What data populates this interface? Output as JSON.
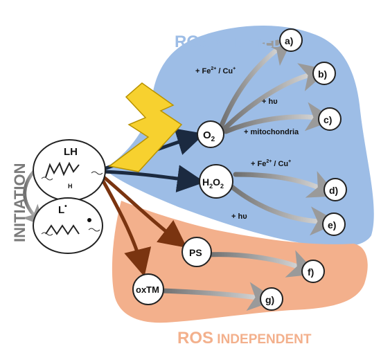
{
  "colors": {
    "ros_mediated_region": "#9dbde6",
    "ros_independent_region": "#f3b08c",
    "mediated_title": "#9dbde6",
    "independent_title": "#f3b08c",
    "initiation_title": "#7a7a7a",
    "dark_arrow": "#1b2a40",
    "brown_arrow": "#7a3410",
    "gray_arrow": "#8c8c8c",
    "lightning_fill": "#f7d12f",
    "lightning_stroke": "#b89200"
  },
  "titles": {
    "mediated_main": "ROS",
    "mediated_rest": " MEDIATED",
    "independent_main": "ROS",
    "independent_rest": " INDEPENDENT",
    "initiation": "INITIATION"
  },
  "nodes": {
    "lh": "LH",
    "lh_h": "H",
    "l_radical": "L",
    "l_radical_sup": "•",
    "o2_main": "O",
    "o2_sub": "2",
    "h2o2_a": "H",
    "h2o2_b": "2",
    "h2o2_c": "O",
    "h2o2_d": "2",
    "ps": "PS",
    "oxtm": "oxTM"
  },
  "outcomes": {
    "a": "a)",
    "b": "b)",
    "c": "c)",
    "d": "d)",
    "e": "e)",
    "f": "f)",
    "g": "g)"
  },
  "labels": {
    "fe_cu_1_prefix": "+ Fe",
    "fe_cu_1_sup1": "2+",
    "fe_cu_1_mid": " / Cu",
    "fe_cu_1_sup2": "+",
    "hv_1": "+ hυ",
    "mitochondria": "+ mitochondria",
    "fe_cu_2_prefix": "+ Fe",
    "fe_cu_2_sup1": "2+",
    "fe_cu_2_mid": " / Cu",
    "fe_cu_2_sup2": "+",
    "hv_2": "+ hυ"
  }
}
